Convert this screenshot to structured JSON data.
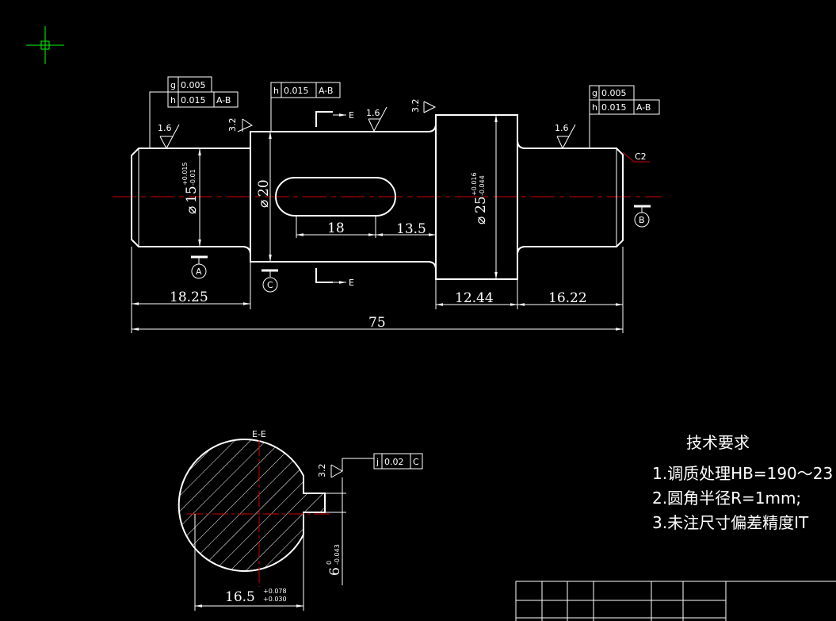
{
  "colors": {
    "background": "#000000",
    "outline": "#ffffff",
    "centerline": "#cc0000",
    "cursor": "#00ff00"
  },
  "dimensions": {
    "d15": "15",
    "d15_tol_upper": "+0.015",
    "d15_tol_lower": "-0.01",
    "d20": "20",
    "d25": "25",
    "d25_tol_upper": "+0.016",
    "d25_tol_lower": "-0.044",
    "len_18": "18",
    "len_13_5": "13.5",
    "len_18_25": "18.25",
    "len_12_44": "12.44",
    "len_16_22": "16.22",
    "len_75": "75",
    "section_16_5": "16.5",
    "section_16_5_upper": "+0.078",
    "section_16_5_lower": "+0.030",
    "section_6": "6",
    "section_6_upper": "0",
    "section_6_lower": "-0.043",
    "chamfer": "C2"
  },
  "tolerances": {
    "left_g_sym": "g",
    "left_g_val": "0.005",
    "left_h_sym": "h",
    "left_h_val": "0.015",
    "left_h_ref": "A-B",
    "mid_h_sym": "h",
    "mid_h_val": "0.015",
    "mid_h_ref": "A-B",
    "right_g_sym": "g",
    "right_g_val": "0.005",
    "right_h_sym": "h",
    "right_h_val": "0.015",
    "right_h_ref": "A-B",
    "section_sym": "j",
    "section_val": "0.02",
    "section_ref": "C"
  },
  "roughness": {
    "r1": "1.6",
    "r2": "3.2",
    "r3": "1.6",
    "r4": "3.2",
    "r5": "1.6",
    "r6": "3.2"
  },
  "datums": {
    "a": "A",
    "b": "B",
    "c": "C"
  },
  "section": {
    "cut_mark_top": "E",
    "cut_mark_bottom": "E",
    "title": "E-E"
  },
  "technical_requirements": {
    "heading": "技术要求",
    "line1": "1.调质处理HB=190～23",
    "line2": "2.圆角半径R=1mm;",
    "line3": "3.未注尺寸偏差精度IT"
  }
}
